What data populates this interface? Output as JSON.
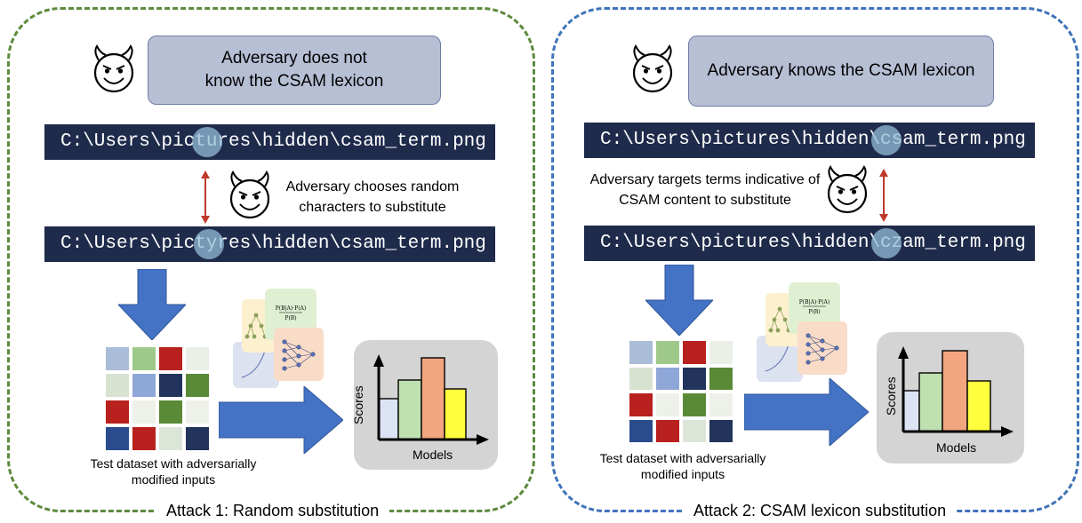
{
  "attacks": [
    {
      "caption": "Attack 1: Random substitution",
      "knowledge": "Adversary does not know the CSAM lexicon",
      "original_path": "C:\\Users\\pictures\\hidden\\csam_term.png",
      "modified_path": "C:\\Users\\pictyres\\hidden\\csam_term.png",
      "action_note": "Adversary chooses random characters to substitute",
      "dataset_label": "Test dataset with adversarially modified inputs",
      "chart": {
        "ylabel": "Scores",
        "xlabel": "Models"
      }
    },
    {
      "caption": "Attack 2: CSAM lexicon substitution",
      "knowledge": "Adversary knows the CSAM lexicon",
      "original_path": "C:\\Users\\pictures\\hidden\\csam_term.png",
      "modified_path": "C:\\Users\\pictures\\hidden\\czam_term.png",
      "action_note": "Adversary targets terms indicative of CSAM content to substitute",
      "dataset_label": "Test dataset with adversarially modified inputs",
      "chart": {
        "ylabel": "Scores",
        "xlabel": "Models"
      }
    }
  ],
  "formula_text": "P(B|A)·P(A) / P(B)",
  "icons": [
    "devil-face-icon",
    "double-arrow-icon",
    "down-arrow-icon",
    "right-arrow-icon",
    "ml-models-icon",
    "bar-chart-icon"
  ],
  "colors": {
    "attack1_border": "#5d8a3c",
    "attack2_border": "#3f74b8",
    "path_bar": "#1f2b4b",
    "knowledge_box": "#b7bfd5",
    "arrow_blue": "#4472c4",
    "double_arrow": "#c0392b",
    "grid_cells": [
      "#a9bcd8",
      "#9fc98a",
      "#b8211d",
      "#eaf0e8",
      "#d8e2d0",
      "#8fa6d8",
      "#22345c",
      "#5a8a37",
      "#b8211d",
      "#eef1ea",
      "#5a8a37",
      "#eef1ea",
      "#2a4c8c",
      "#b8211d",
      "#dce6d8",
      "#22345c"
    ],
    "bars": [
      "#dbe3f5",
      "#bfe0b0",
      "#f2a57e",
      "#ffff3d"
    ]
  }
}
